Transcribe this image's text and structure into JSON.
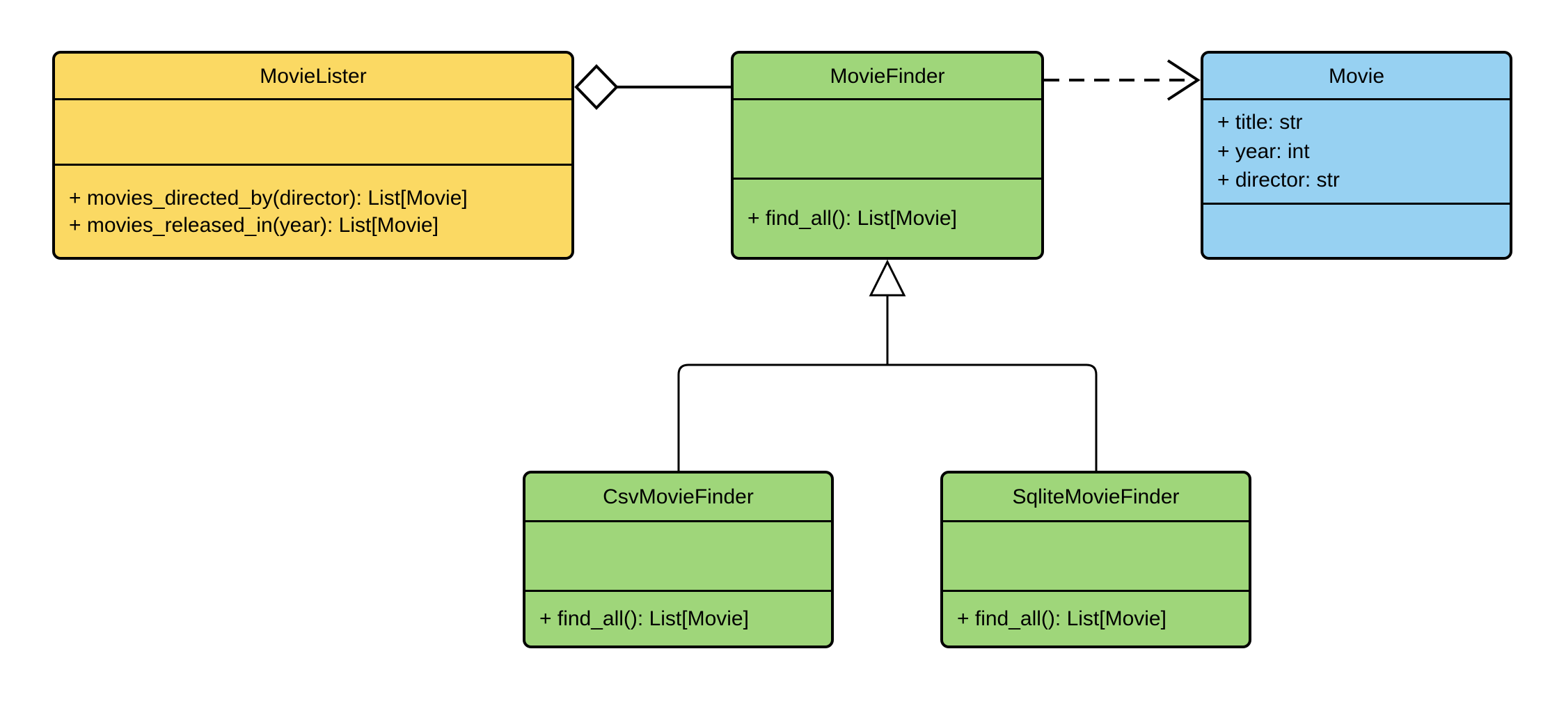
{
  "diagram": {
    "type": "uml-class-diagram",
    "background": "#ffffff",
    "stroke_color": "#000000",
    "classes": [
      {
        "name": "MovieLister",
        "fill": "#FBD963",
        "attributes": [],
        "methods": [
          "+ movies_directed_by(director): List[Movie]",
          "+ movies_released_in(year): List[Movie]"
        ]
      },
      {
        "name": "MovieFinder",
        "fill": "#9FD67A",
        "attributes": [],
        "methods": [
          "+ find_all(): List[Movie]"
        ]
      },
      {
        "name": "Movie",
        "fill": "#97D1F2",
        "attributes": [
          "+ title: str",
          "+ year: int",
          "+ director: str"
        ],
        "methods": []
      },
      {
        "name": "CsvMovieFinder",
        "fill": "#9FD67A",
        "attributes": [],
        "methods": [
          "+ find_all(): List[Movie]"
        ]
      },
      {
        "name": "SqliteMovieFinder",
        "fill": "#9FD67A",
        "attributes": [],
        "methods": [
          "+ find_all(): List[Movie]"
        ]
      }
    ],
    "relationships": [
      {
        "type": "aggregation",
        "source": "MovieLister",
        "target": "MovieFinder",
        "line": "solid",
        "marker": "hollow-diamond-at-source"
      },
      {
        "type": "dependency",
        "source": "MovieFinder",
        "target": "Movie",
        "line": "dashed",
        "marker": "open-arrow-at-target"
      },
      {
        "type": "generalization",
        "source": "CsvMovieFinder",
        "target": "MovieFinder",
        "line": "solid",
        "marker": "hollow-triangle-at-target"
      },
      {
        "type": "generalization",
        "source": "SqliteMovieFinder",
        "target": "MovieFinder",
        "line": "solid",
        "marker": "hollow-triangle-at-target"
      }
    ]
  }
}
